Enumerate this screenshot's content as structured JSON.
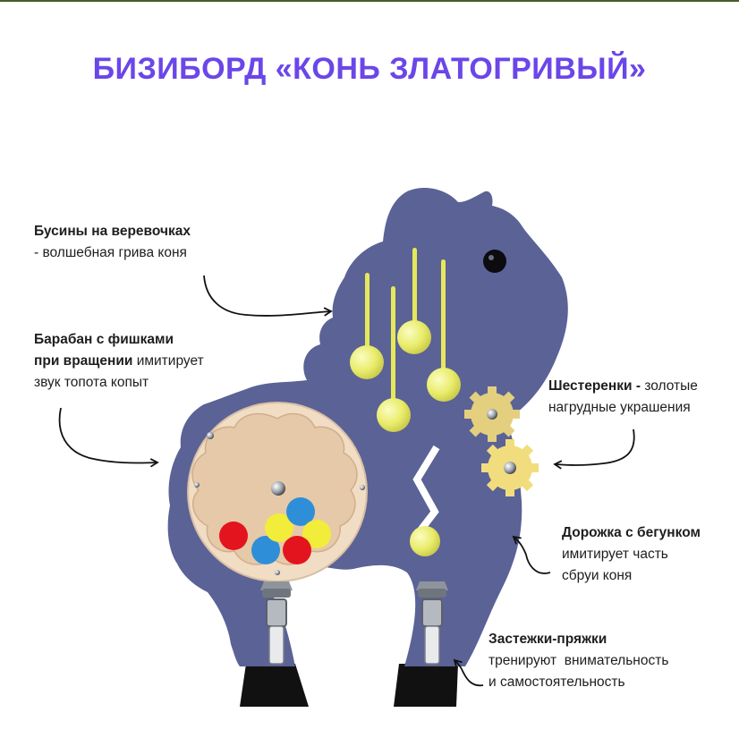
{
  "title": "БИЗИБОРД «КОНЬ ЗЛАТОГРИВЫЙ»",
  "colors": {
    "title": "#6b46e8",
    "board": "#5a6296",
    "base": "#111111",
    "wood": "#f1dcc4",
    "bead": "#eef07a",
    "gear": "#f2dd7e"
  },
  "callouts": {
    "beads": {
      "bold1": "Бусины на веревочках",
      "text1": "- волшебная грива коня"
    },
    "drum": {
      "bold1": "Барабан с фишками",
      "bold2": "при вращении",
      "text2": " имитирует",
      "text3": "звук топота копыт"
    },
    "gears": {
      "bold1": "Шестеренки -",
      "text1": " золотые",
      "text2": "нагрудные украшения"
    },
    "track": {
      "bold1": "Дорожка с бегунком",
      "text1": "имитирует часть",
      "text2": "сбруи коня"
    },
    "buckles": {
      "bold1": "Застежки-пряжки",
      "text1": "тренируют  внимательность",
      "text2": "и самостоятельность"
    }
  }
}
